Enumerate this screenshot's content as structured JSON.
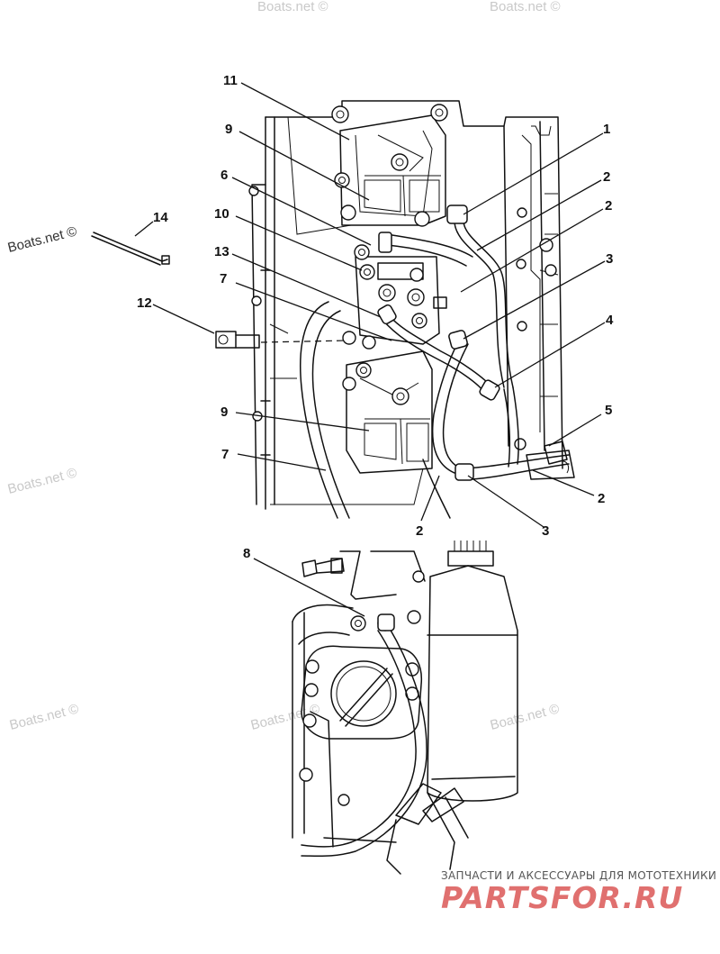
{
  "callouts": {
    "c1": "1",
    "c2a": "2",
    "c2b": "2",
    "c2c": "2",
    "c2d": "2",
    "c3a": "3",
    "c3b": "3",
    "c4": "4",
    "c5": "5",
    "c6": "6",
    "c7a": "7",
    "c7b": "7",
    "c8": "8",
    "c9a": "9",
    "c9b": "9",
    "c10": "10",
    "c11": "11",
    "c12": "12",
    "c13": "13",
    "c14": "14"
  },
  "watermarks": {
    "w1": "Boats.net ©",
    "w2": "Boats.net ©",
    "w3": "Boats.net ©",
    "w4": "Boats.net ©",
    "w5": "Boats.net ©",
    "w6": "Boats.net ©",
    "w7": "Boats.net ©"
  },
  "brand": {
    "subtitle": "ЗАПЧАСТИ И АКСЕССУАРЫ ДЛЯ МОТОТЕХНИКИ",
    "logo": "PARTSFOR.RU"
  }
}
